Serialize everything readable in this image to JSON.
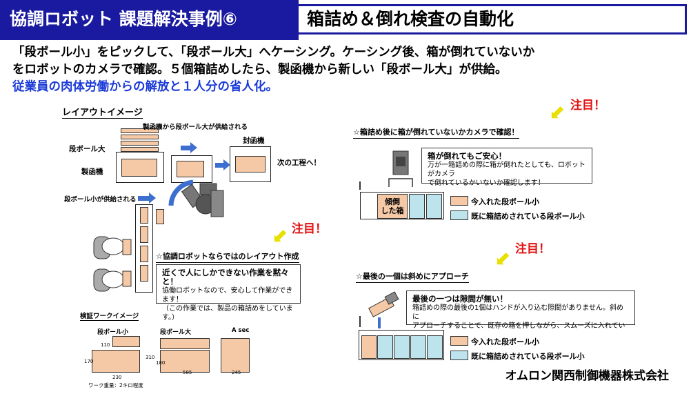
{
  "header": {
    "title_left": "協調ロボット 課題解決事例⑥",
    "title_right": "箱詰め＆倒れ検査の自動化"
  },
  "description": {
    "line1": "「段ボール小」をピックして、「段ボール大」へケーシング。ケーシング後、箱が倒れていないか",
    "line2": "をロボットのカメラで確認。５個箱詰めしたら、製函機から新しい「段ボール大」が供給。",
    "line3": "従業員の肉体労働からの解放と１人分の省人化。"
  },
  "layout": {
    "title": "レイアウトイメージ",
    "supply_large": "製函機から段ボール大が供給される",
    "sealer": "封函機",
    "next_process": "次の工程へ！",
    "box_large": "段ボール大",
    "box_former": "製函機",
    "supply_small": "段ボール小が供給される",
    "attention": "注目！",
    "cobot_heading": "☆協調ロボットならではのレイアウト作成",
    "callout_title": "近くで人にしかできない作業を黙々と！",
    "callout_body1": "協働ロボットなので、安心して作業ができます！",
    "callout_body2": "（この作業では、製品の箱詰めをしています。）"
  },
  "work_image": {
    "title": "検証ワークイメージ",
    "small": "段ボール小",
    "large": "段ボール大",
    "asec": "A sec",
    "weight": "ワーク重量：2キロ程度",
    "dims": {
      "s_w": "230",
      "s_h": "170",
      "s_top": "110",
      "l_w": "585",
      "l_h": "310",
      "l_side": "180",
      "a_w": "245"
    }
  },
  "camera": {
    "attention": "注目！",
    "heading": "☆箱詰め後に箱が倒れていないかカメラで確認！",
    "callout_title": "箱が倒れてもご安心！",
    "callout_body1": "万が一箱詰めの際に箱が倒れたとしても、ロボットがカメラ",
    "callout_body2": "で倒れているかいないか確認します！",
    "fallen_label1": "傾倒",
    "fallen_label2": "した箱",
    "legend_new": "今入れた段ボール小",
    "legend_done": "既に箱詰めされている段ボール小"
  },
  "approach": {
    "attention": "注目！",
    "heading": "☆最後の一個は斜めにアプローチ",
    "callout_title": "最後の一つは隙間が無い！",
    "callout_body1": "箱詰めの際の最後の1個はハンドが入り込む隙間がありません。斜めに",
    "callout_body2": "アプローチすることで、既存の箱を押しながら、スムーズに入れています。",
    "legend_new": "今入れた段ボール小",
    "legend_done": "既に箱詰めされている段ボール小"
  },
  "company": "オムロン関西制御機器株式会社",
  "colors": {
    "header": "#1a1aa0",
    "accent_blue": "#1a3ad8",
    "attention": "#e01010",
    "carton": "#f5c9a6",
    "packed": "#bde3ec"
  }
}
